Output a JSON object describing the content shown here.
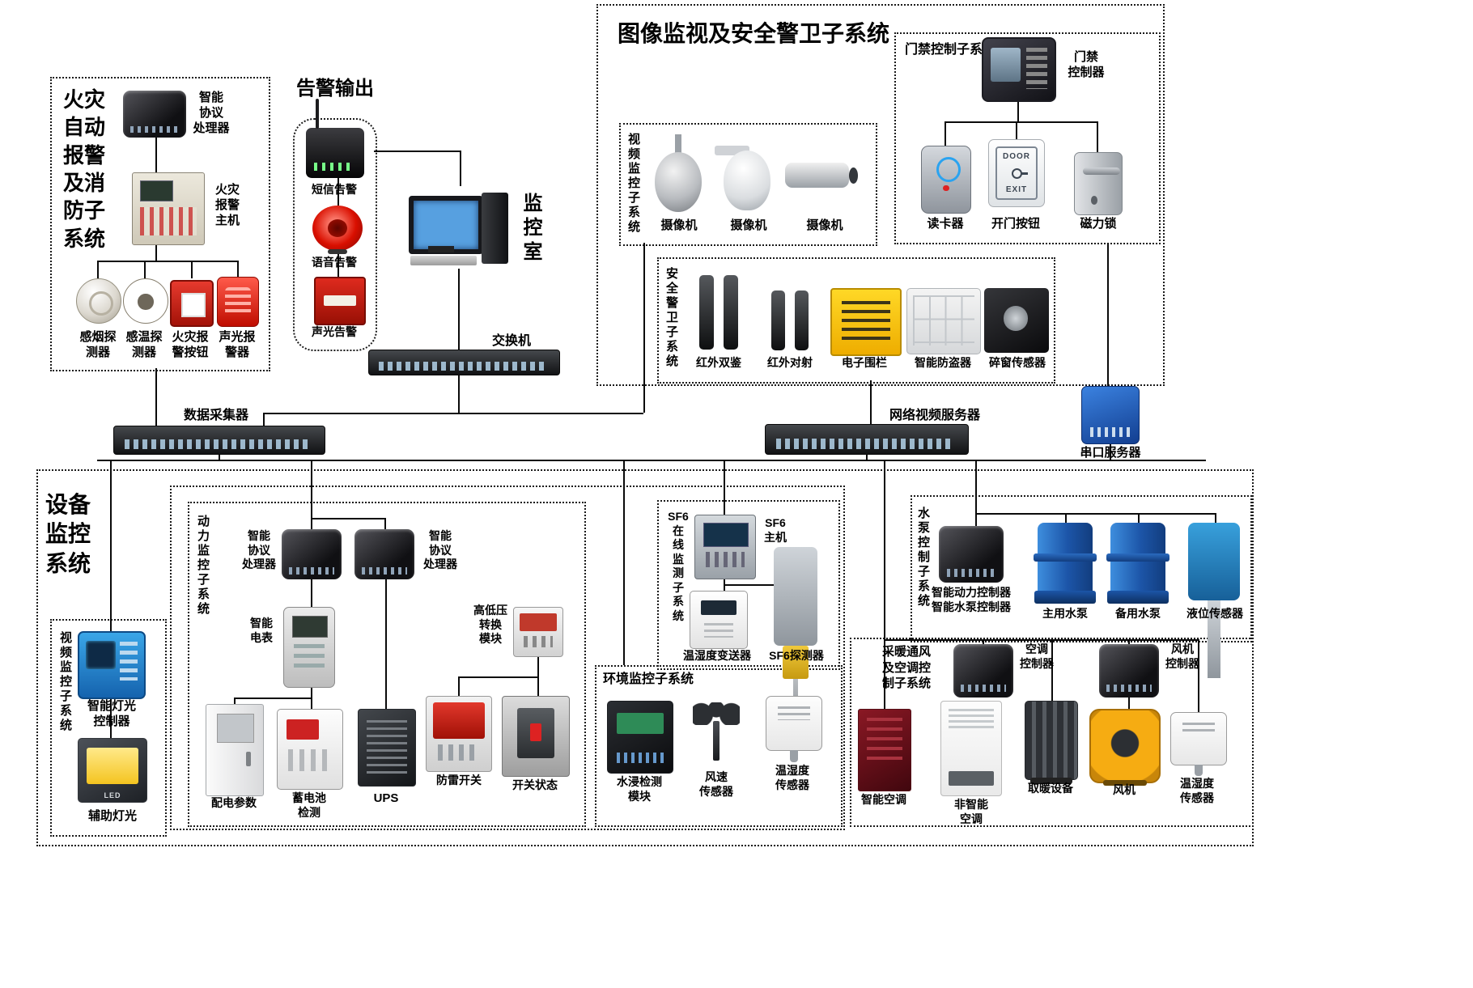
{
  "fire": {
    "title": "火灾\n自动\n报警\n及消\n防子\n系统",
    "protocol": "智能\n协议\n处理器",
    "host": "火灾\n报警\n主机",
    "smoke": "感烟探\n测器",
    "heat": "感温探\n测器",
    "callpoint": "火灾报\n警按钮",
    "sounder": "声光报\n警器"
  },
  "alarm": {
    "title": "告警输出",
    "sms": "短信告警",
    "voice": "语音告警",
    "light": "声光告警"
  },
  "center": {
    "room": "监控室",
    "switch": "交换机",
    "collector": "数据采集器",
    "nvs": "网络视频服务器",
    "serial": "串口服务器"
  },
  "security": {
    "title": "图像监视及安全警卫子系统",
    "video_title": "视频监控子系统",
    "camera": "摄像机",
    "access_title": "门禁控制子系统",
    "access_ctrl": "门禁\n控制器",
    "reader": "读卡器",
    "door_btn": "开门按钮",
    "door_word1": "DOOR",
    "door_word2": "EXIT",
    "maglock": "磁力锁",
    "guard_title": "安全警卫子系统",
    "ir_double": "红外双鉴",
    "ir_beam": "红外对射",
    "fence": "电子围栏",
    "antitheft": "智能防盗器",
    "glassbreak": "碎窗传感器"
  },
  "equip": {
    "title": "设备\n监控\n系统",
    "video_title": "视频监控子系统",
    "light_ctrl": "智能灯光\n控制器",
    "led": "LED",
    "aux_light": "辅助灯光",
    "power_title": "动力监控子系统",
    "protocol": "智能\n协议\n处理器",
    "meter": "智能\n电表",
    "hv": "高低压\n转换\n模块",
    "dist": "配电参数",
    "battery": "蓄电池\n检测",
    "ups": "UPS",
    "spd": "防雷开关",
    "breaker": "开关状态",
    "sf6_title": "SF6\n在\n线\n监\n测\n子\n系\n统",
    "sf6_host": "SF6\n主机",
    "transmitter": "温湿度变送器",
    "sf6_det": "SF6探测器",
    "env_title": "环境监控子系统",
    "water": "水浸检测\n模块",
    "wind": "风速\n传感器",
    "temphum": "温湿度\n传感器",
    "pump_title": "水泵控制子系统",
    "pump_ctrl": "智能动力控制器\n智能水泵控制器",
    "pump_main": "主用水泵",
    "pump_backup": "备用水泵",
    "level": "液位传感器",
    "hvac_title": "采暖通风\n及空调控\n制子系统",
    "ac_ctrl": "空调\n控制器",
    "fan_ctrl": "风机\n控制器",
    "smart_ac": "智能空调",
    "nonsmart_ac": "非智能\n空调",
    "heater": "取暖设备",
    "fan": "风机"
  }
}
